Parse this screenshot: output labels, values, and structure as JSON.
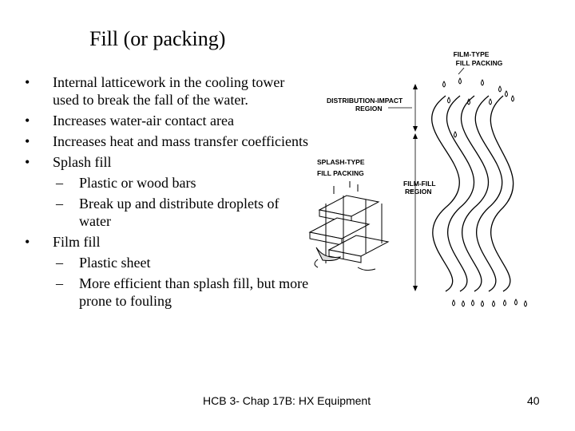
{
  "slide": {
    "title": "Fill (or packing)",
    "bullets": [
      {
        "text": "Internal latticework in the cooling tower used to break the fall of the water."
      },
      {
        "text": "Increases water-air contact area"
      },
      {
        "text": "Increases heat and mass transfer coefficients"
      },
      {
        "text": "Splash fill",
        "subs": [
          "Plastic or wood bars",
          "Break up and distribute droplets of water"
        ]
      },
      {
        "text": "Film fill",
        "subs": [
          "Plastic sheet",
          "More efficient than splash fill, but more prone to fouling"
        ]
      }
    ],
    "bullet_marker": "•",
    "sub_marker": "–"
  },
  "figure": {
    "labels": {
      "film_type_1": "FILM-TYPE",
      "film_type_2": "FILL PACKING",
      "dist_1": "DISTRIBUTION-IMPACT",
      "dist_2": "REGION",
      "splash_1": "SPLASH-TYPE",
      "splash_2": "FILL PACKING",
      "filmfill_1": "FILM-FILL",
      "filmfill_2": "REGION"
    }
  },
  "footer": {
    "center": "HCB 3- Chap 17B: HX Equipment",
    "page": "40"
  }
}
